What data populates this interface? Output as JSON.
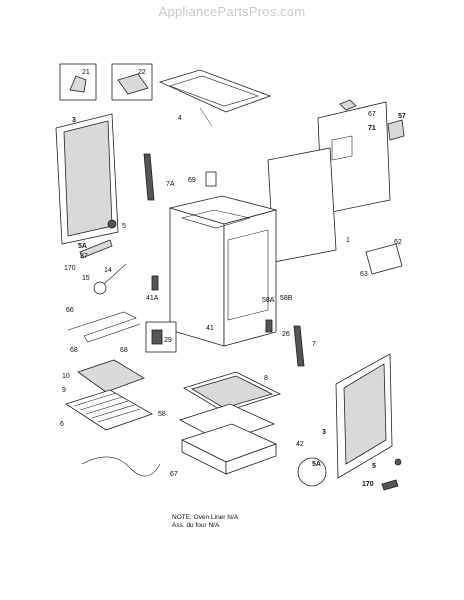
{
  "watermark": "AppliancePartsPros.com",
  "labels": {
    "p21": "21",
    "p22": "22",
    "p3a": "3",
    "p4": "4",
    "p67a": "67",
    "p71": "71",
    "p57": "57",
    "p69": "69",
    "p7a": "7A",
    "p5a": "5",
    "p5aa": "5A",
    "p37": "37",
    "p170a": "170",
    "p15": "15",
    "p14": "14",
    "p62": "62",
    "p63": "63",
    "p1": "1",
    "p41a": "41A",
    "p58a": "58A",
    "p58b": "58B",
    "p66": "66",
    "p68a": "68",
    "p68b": "68",
    "p41": "41",
    "p29": "29",
    "p26": "26",
    "p7": "7",
    "p10": "10",
    "p9": "9",
    "p6": "6",
    "p8": "8",
    "p58": "58",
    "p42": "42",
    "p3b": "3",
    "p5b": "5A",
    "p5c": "5",
    "p170b": "170",
    "p67b": "67"
  },
  "note": {
    "line1": "NOTE: Oven Liner N/A",
    "line2": "Ass. du four N/A"
  }
}
